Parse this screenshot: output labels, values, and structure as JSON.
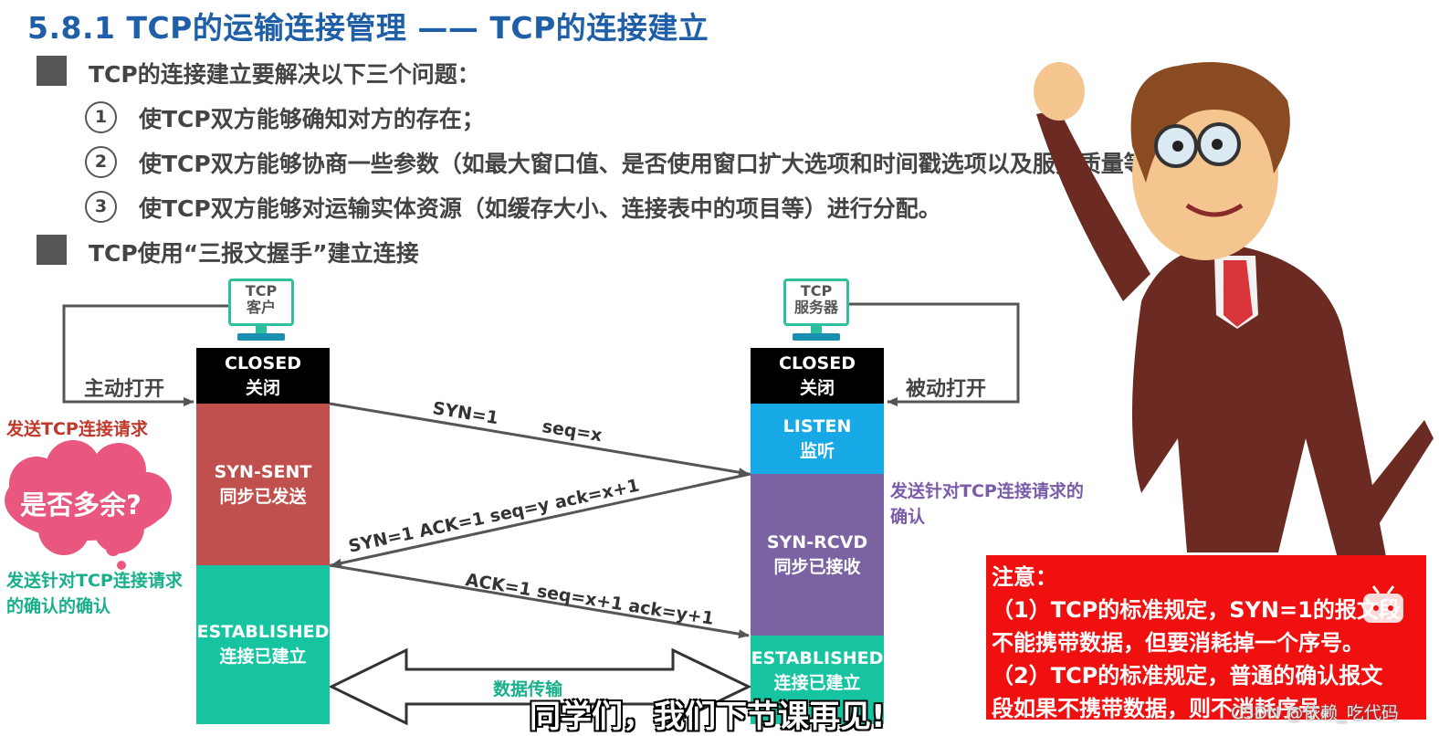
{
  "title": "5.8.1 TCP的运输连接管理 —— TCP的连接建立",
  "bullets": [
    "TCP的连接建立要解决以下三个问题：",
    "TCP使用“三报文握手”建立连接"
  ],
  "items": [
    {
      "num": "1",
      "text": "使TCP双方能够确知对方的存在；"
    },
    {
      "num": "2",
      "text": "使TCP双方能够协商一些参数（如最大窗口值、是否使用窗口扩大选项和时间戳选项以及服务质量等）；"
    },
    {
      "num": "3",
      "text": "使TCP双方能够对运输实体资源（如缓存大小、连接表中的项目等）进行分配。"
    }
  ],
  "client": {
    "label_line1": "TCP",
    "label_line2": "客户",
    "open_label": "主动打开",
    "states": [
      {
        "en": "CLOSED",
        "zh": "关闭",
        "color": "#000000"
      },
      {
        "en": "SYN-SENT",
        "zh": "同步已发送",
        "color": "#c0504d"
      },
      {
        "en": "ESTABLISHED",
        "zh": "连接已建立",
        "color": "#17c4a1"
      }
    ]
  },
  "server": {
    "label_line1": "TCP",
    "label_line2": "服务器",
    "open_label": "被动打开",
    "states": [
      {
        "en": "CLOSED",
        "zh": "关闭",
        "color": "#000000"
      },
      {
        "en": "LISTEN",
        "zh": "监听",
        "color": "#17a9e6"
      },
      {
        "en": "SYN-RCVD",
        "zh": "同步已接收",
        "color": "#7b62a3"
      },
      {
        "en": "ESTABLISHED",
        "zh": "连接已建立",
        "color": "#17c4a1"
      }
    ]
  },
  "messages": {
    "m1_a": "SYN=1",
    "m1_b": "seq=x",
    "m2": "SYN=1   ACK=1   seq=y   ack=x+1",
    "m3": "ACK=1   seq=x+1   ack=y+1",
    "data": "数据传输"
  },
  "annotations": {
    "client_send": "发送TCP连接请求",
    "cloud": "是否多余?",
    "client_ack": "发送针对TCP连接请求的确认的确认",
    "server_ack": "发送针对TCP连接请求的确认"
  },
  "note": {
    "title": "注意：",
    "lines": [
      "（1）TCP的标准规定，SYN=1的报文段",
      "不能携带数据，但要消耗掉一个序号。",
      "（2）TCP的标准规定，普通的确认报文",
      "段如果不携带数据，则不消耗序号。"
    ]
  },
  "subtitle": "同学们，我们下节课再见!",
  "watermark": "CSDN @依赖_吃代码"
}
